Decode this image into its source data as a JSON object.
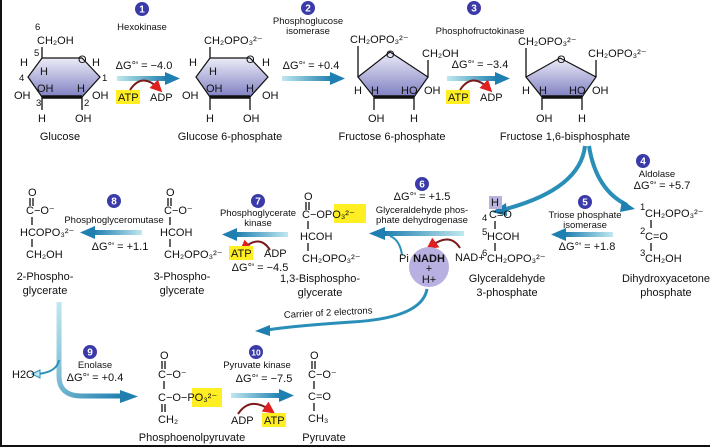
{
  "title": "Glycolysis pathway",
  "colors": {
    "arrow": "#2a8fb8",
    "step_badge": "#3a3aa8",
    "ring_fill_top": "#e6e6f5",
    "ring_fill_bottom": "#8a8ac8",
    "highlight": "#ffee22",
    "nadh_circle": "#b7b0e0",
    "curved_arrow": "#7a1a1a",
    "aldehyde_box": "#b9b2dc"
  },
  "steps": [
    {
      "number": "1",
      "enzyme": "Hexokinase",
      "delta_g": "ΔG°' = −4.0",
      "cofactor_in": "ATP",
      "cofactor_out": "ADP"
    },
    {
      "number": "2",
      "enzyme_line1": "Phosphoglucose",
      "enzyme_line2": "isomerase",
      "delta_g": "ΔG°' = +0.4"
    },
    {
      "number": "3",
      "enzyme": "Phosphofructokinase",
      "delta_g": "ΔG°' = −3.4",
      "cofactor_in": "ATP",
      "cofactor_out": "ADP"
    },
    {
      "number": "4",
      "enzyme": "Aldolase",
      "delta_g": "ΔG°' = +5.7"
    },
    {
      "number": "5",
      "enzyme_line1": "Triose phosphate",
      "enzyme_line2": "isomerase",
      "delta_g": "ΔG°' = +1.8"
    },
    {
      "number": "6",
      "enzyme_line1": "Glyceraldehyde phos-",
      "enzyme_line2": "phate dehydrogenase",
      "delta_g": "ΔG°' = +1.5",
      "cofactor_pi": "Pi",
      "cofactor_in": "NAD+",
      "product_line1": "NADH",
      "product_line2": "+",
      "product_line3": "H+"
    },
    {
      "number": "7",
      "enzyme_line1": "Phosphoglycerate",
      "enzyme_line2": "kinase",
      "delta_g": "ΔG°' = −4.5",
      "cofactor_in": "ADP",
      "cofactor_out": "ATP"
    },
    {
      "number": "8",
      "enzyme": "Phosphoglyceromutase",
      "delta_g": "ΔG°' = +1.1"
    },
    {
      "number": "9",
      "enzyme": "Enolase",
      "delta_g": "ΔG°' = +0.4",
      "byproduct": "H2O"
    },
    {
      "number": "10",
      "enzyme": "Pyruvate kinase",
      "delta_g": "ΔG°' = −7.5",
      "cofactor_in": "ADP",
      "cofactor_out": "ATP"
    }
  ],
  "molecules": {
    "glucose": "Glucose",
    "g6p": "Glucose 6-phosphate",
    "f6p": "Fructose 6-phosphate",
    "f16bp": "Fructose 1,6-bisphosphate",
    "dhap_line1": "Dihydroxyacetone",
    "dhap_line2": "phosphate",
    "gap_line1": "Glyceraldehyde",
    "gap_line2": "3-phosphate",
    "bpg_line1": "1,3-Bisphospho-",
    "bpg_line2": "glycerate",
    "pg3_line1": "3-Phospho-",
    "pg3_line2": "glycerate",
    "pg2_line1": "2-Phospho-",
    "pg2_line2": "glycerate",
    "pep": "Phosphoenolpyruvate",
    "pyruvate": "Pyruvate"
  },
  "annotations": {
    "electron_carrier": "Carrier of 2 electrons"
  },
  "atoms": {
    "O": "O",
    "H": "H",
    "OH": "OH",
    "HO": "HO",
    "CH2OH": "CH₂OH",
    "CH2OPO3": "CH₂OPO₃²⁻",
    "C_O_minus": "C−O⁻",
    "HCOH": "HCOH",
    "HCOPO3": "HCOPO₃²⁻",
    "C_eq_O": "C=O",
    "CH2": "CH₂",
    "CH3": "CH₃",
    "C_OPO3": "C−OPO₃²⁻",
    "C_O_PO3": "C−O−PO₃²⁻"
  }
}
